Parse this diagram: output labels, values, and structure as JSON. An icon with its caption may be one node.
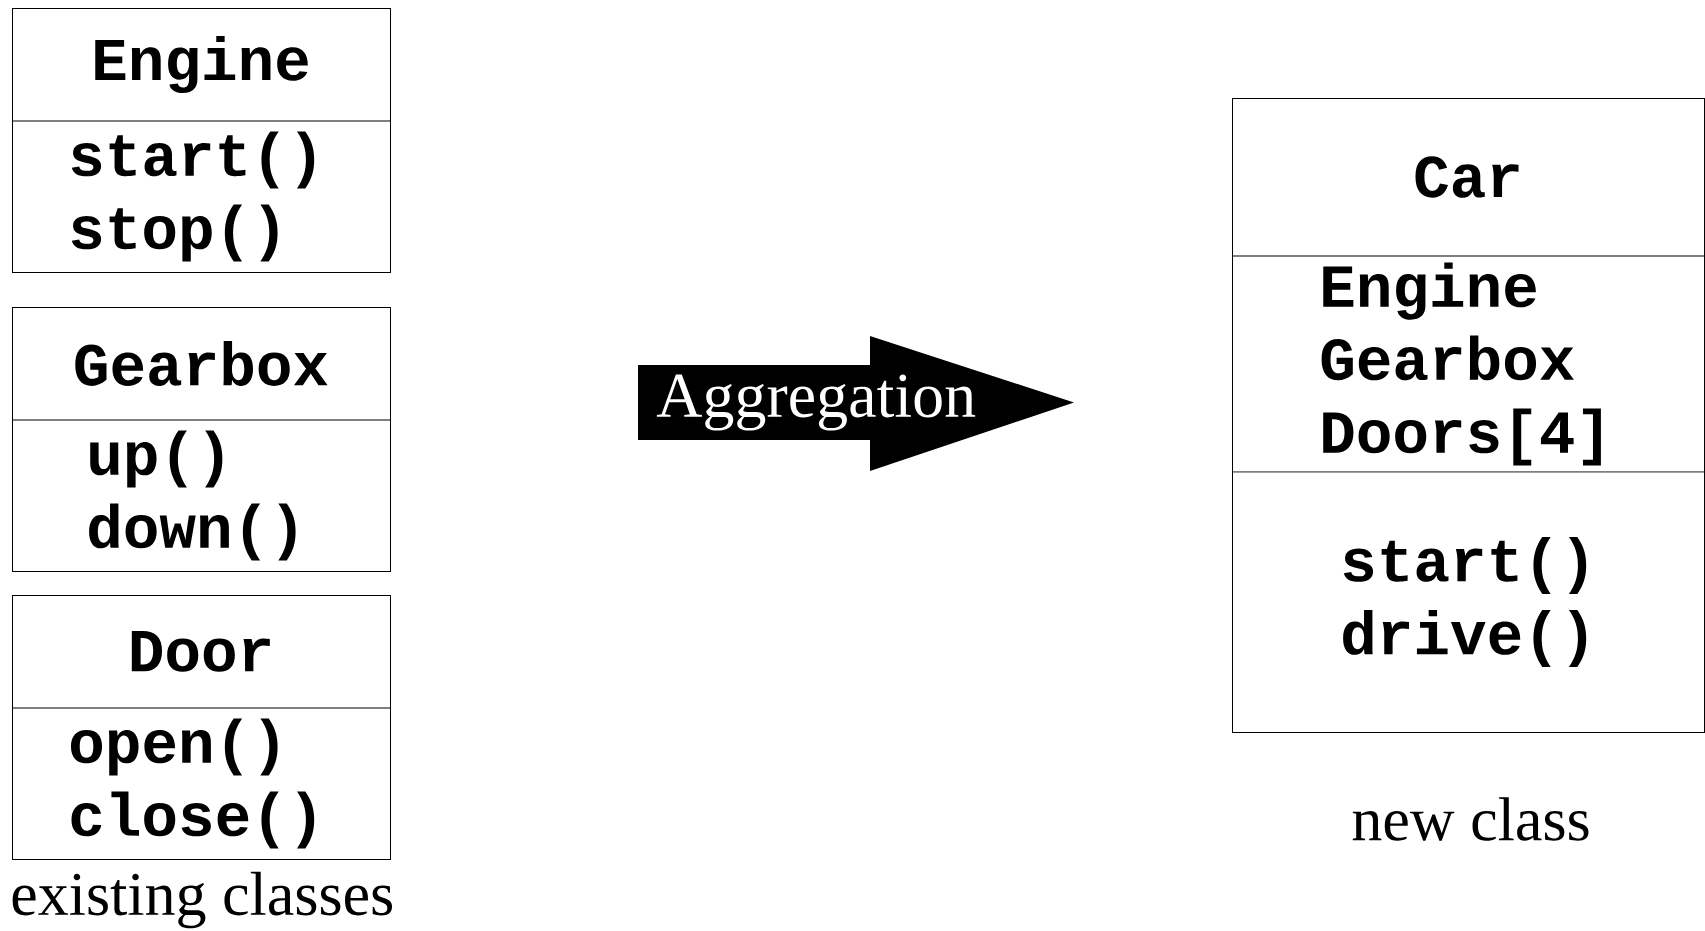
{
  "diagram": {
    "nodes": [
      {
        "text": [
          "Engine",
          "start() stop()"
        ]
      },
      {
        "text": [
          "Gearbox",
          "up() down()"
        ]
      },
      {
        "text": [
          "Door",
          "open() close()"
        ]
      },
      {
        "text": [
          "Aggregation"
        ]
      },
      {
        "text": [
          "Car",
          "Engine Gearbox Doors[4]",
          "start() drive()"
        ],
        "beside": [
          "new class"
        ]
      }
    ],
    "labels": [
      "existing classes"
    ]
  }
}
